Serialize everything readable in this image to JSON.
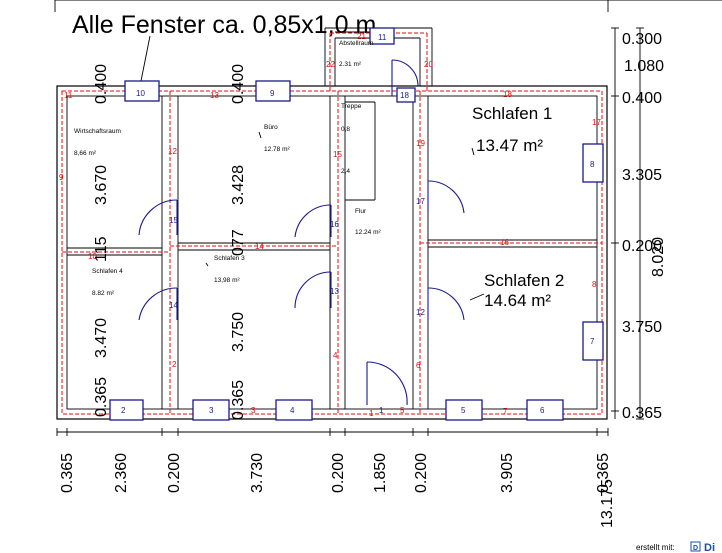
{
  "title": "Alle Fenster ca. 0,85x1,0 m",
  "footer": {
    "credit": "erstellt mit:",
    "brand": "Di"
  },
  "rooms": {
    "wirtschaft": {
      "name": "Wirtschaftsraum",
      "area": "8,66 m²"
    },
    "buero": {
      "name": "Büro",
      "area": "12.78 m²"
    },
    "abstell": {
      "name": "Abstellraum",
      "area": "2.31 m²"
    },
    "treppe": {
      "name": "Treppe",
      "steps": [
        "0,8",
        "2,4"
      ]
    },
    "flur": {
      "name": "Flur",
      "area": "12.24 m²"
    },
    "schlafen1": {
      "name": "Schlafen 1",
      "area": "13.47 m²"
    },
    "schlafen2": {
      "name": "Schlafen 2",
      "area": "14.64 m²"
    },
    "schlafen3": {
      "name": "Schlafen 3",
      "area": "13,98 m²"
    },
    "schlafen4": {
      "name": "Schlafen 4",
      "area": "8.82 m²"
    }
  },
  "dims_right": [
    "0.300",
    "1.080",
    "0.400",
    "3.305",
    "0.200",
    "3.750",
    "0.365"
  ],
  "dims_right_total": "8.020",
  "dims_left_vertical": [
    "0.400",
    "3.670",
    "115",
    "3.470",
    "0.365"
  ],
  "dims_mid_vertical": [
    "0.400",
    "3.428",
    "077",
    "3.750",
    "0.365"
  ],
  "dims_bottom": [
    "0.365",
    "2.360",
    "0.200",
    "3.730",
    "0.200",
    "1.850",
    "0.200",
    "3.905",
    "0.365"
  ],
  "dims_bottom_total": "13.175",
  "windows": [
    "10",
    "9",
    "11",
    "8",
    "7",
    "6",
    "5",
    "4",
    "3",
    "2"
  ],
  "doors": [
    "15",
    "14",
    "16",
    "17",
    "13",
    "12",
    "1"
  ],
  "wall_labels": [
    "1",
    "2",
    "3",
    "4",
    "5",
    "6",
    "7",
    "8",
    "9",
    "10",
    "11",
    "12",
    "13",
    "14",
    "15",
    "16",
    "17",
    "18",
    "19",
    "20",
    "21",
    "22"
  ]
}
